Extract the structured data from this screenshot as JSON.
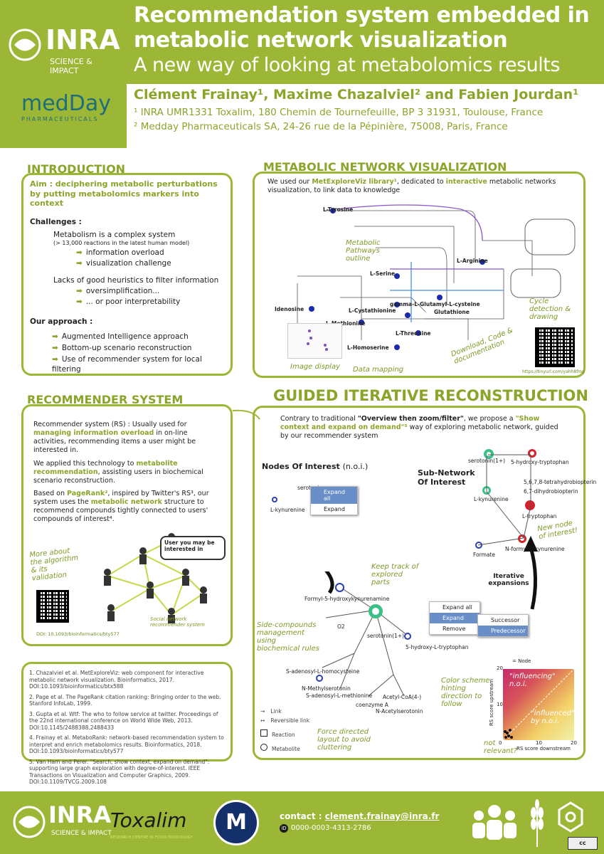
{
  "header": {
    "title": "Recommendation system embedded in metabolic network visualization",
    "subtitle": "A new way of looking at metabolomics results",
    "authors": "Clément Frainay¹, Maxime Chazalviel² and Fabien Jourdan¹",
    "aff1": "¹ INRA UMR1331 Toxalim, 180 Chemin de Tournefeuille, BP 3 31931, Toulouse, France",
    "aff2": "² Medday Pharmaceuticals SA, 24-26 rue de la Pépinière, 75008, Paris, France",
    "inra_name": "INRA",
    "inra_tag": "SCIENCE & IMPACT",
    "medday_name": "medDay",
    "medday_tag": "PHARMACEUTICALS"
  },
  "intro": {
    "title": "INTRODUCTION",
    "aim": "Aim : deciphering metabolic perturbations by putting metabolomics markers into context",
    "challenges_label": "Challenges :",
    "c1": "Metabolism is a complex system",
    "c1_note": "(> 13,000 reactions in the latest human model)",
    "c1a": "information overload",
    "c1b": "visualization challenge",
    "c2": "Lacks of good heuristics to filter information",
    "c2a": "oversimplification...",
    "c2b": "... or poor interpretability",
    "approach_label": "Our approach :",
    "a1": "Augmented Intelligence approach",
    "a2": "Bottom-up scenario reconstruction",
    "a3": "Use of recommender system for local filtering"
  },
  "recsys": {
    "title": "RECOMMENDER SYSTEM",
    "p1a": "Recommender system (RS) : Usually used for ",
    "p1b": "managing information overload",
    "p1c": " in on-line activities, recommending items a user might be interested in.",
    "p2a": "We applied this technology to ",
    "p2b": "metabolite recommendation",
    "p2c": ", assisting users in biochemical scenario reconstruction.",
    "p3a": "Based on ",
    "p3b": "PageRank²",
    "p3c": ", inspired by Twitter's RS³, our system uses the ",
    "p3d": "metabolic network",
    "p3e": " structure to recommend compounds tightly connected to users' compounds of interest⁴.",
    "bubble": "User you may be interested in",
    "note": "More about the algorithm & its validation",
    "social": "Social network recommender system",
    "doi": "DOI: 10.1093/bioinformatics/bty577"
  },
  "refs": [
    "1. Chazalviel et al. MetExploreViz: web component for interactive metabolic network visualization. Bioinformatics, 2017. DOI:10.1093/bioinformatics/btx588",
    "2. Page et al. The PageRank citation ranking: Bringing order to the web. Stanford InfoLab, 1999.",
    "3. Gupta et al. Wtf: The who to follow service at twitter. Proceedings of the 22nd international conference on World Wide Web, 2013. DOI:10.1145/2488388.2488433",
    "4. Frainay et al. MetaboRank: network-based recommendation system to interpret and enrich metabolomics results. Bioinformatics, 2018. DOI:10.1093/bioinformatics/bty577",
    "5. Van Ham and Perer. \"Search, show context, expand on demand\": supporting large graph exploration with degree-of-interest. IEEE Transactions on Visualization and Computer Graphics, 2009. DOI:10.1109/TVCG.2009.108"
  ],
  "netviz": {
    "title": "METABOLIC NETWORK VISUALIZATION",
    "p1": "We used our ",
    "p2": "MetExploreViz library¹",
    "p3": ", dedicated to ",
    "p4": "interactive",
    "p5": " metabolic networks visualization, to link data to knowledge",
    "n_pathways": "Metabolic Pathways outline",
    "n_cycle": "Cycle detection & drawing",
    "n_download": "Download, Code & documentation",
    "n_image": "Image display",
    "n_data": "Data mapping",
    "url": "https://tinyurl.com/yahh8fmg",
    "labels": [
      "L-Tyrosine",
      "L-Serine",
      "L-Arginine",
      "gamma-L-Glutamyl-L-cysteine",
      "L-Cystathionine",
      "Glutathione",
      "L-Methionine",
      "Idenosine",
      "L-Threonine",
      "L-Homoserine"
    ]
  },
  "guided": {
    "title": "GUIDED ITERATIVE RECONSTRUCTION",
    "i1": "Contrary to traditional ",
    "i2": "\"Overview then zoom/filter\"",
    "i3": ", we propose a ",
    "i4": "\"Show context and expand on demand\"⁵",
    "i5": " way of exploring metabolic network, guided by our recommender system",
    "noi": "Nodes Of Interest",
    "noi_abbr": "(n.o.i.)",
    "subnet": "Sub-Network Of Interest",
    "iter": "Iterative expansions",
    "keep": "Keep track of explored parts",
    "sidecomp": "Side-compounds management using biochemical rules",
    "force": "Force directed layout to avoid cluttering",
    "color": "Color scheme hinting direction to follow",
    "newnode": "New node of interest!",
    "menu1": [
      "Expand all",
      "Expand"
    ],
    "menu2": [
      "Expand all",
      "Expand",
      "Remove"
    ],
    "sub": [
      "Successor",
      "Predecessor"
    ],
    "legend": [
      "Link",
      "Reversible link",
      "Reaction",
      "Metabolite"
    ],
    "nodes": [
      "serotonin",
      "L-kynurenine",
      "Formyl-5-hydroxykynurenamine",
      "O2",
      "serotonin(1+)",
      "5-hydroxy-L-tryptophan",
      "S-adenosyl-L-homocysteine",
      "N-Methylserotonin",
      "S-adenosyl-L-methionine",
      "coenzyme A",
      "Acetyl-CoA(4-)",
      "N-Acetylserotonin",
      "5-hydroxy-tryptophan",
      "5,6,7,8-tetrahydrobiopterin",
      "6,7-dihydrobiopterin",
      "L-tryptophan",
      "N-formyl-L-kynurenine",
      "Formate"
    ],
    "scatter": {
      "legend": "= Node",
      "xlabel": "RS score downstream",
      "ylabel": "RS score upstream",
      "ticks": [
        "0",
        "10",
        "20"
      ],
      "inf1": "\"influencing\" n.o.i.",
      "inf2": "\"influenced\" by n.o.i.",
      "notrel": "not relevant?"
    }
  },
  "footer": {
    "contact_label": "contact : ",
    "contact_email": "clement.frainay@inra.fr",
    "orcid": "0000-0003-4313-2786",
    "inra_name": "INRA",
    "inra_tag": "SCIENCE & IMPACT",
    "toxalim": "Toxalim",
    "toxalim_tag": "RESEARCH CENTRE IN FOOD TOXICOLOGY",
    "metatoul": "M",
    "cc": "cc"
  },
  "colors": {
    "accent": "#9cb735",
    "accent_text": "#8aa52a",
    "node_blue": "#2a3fb0",
    "highlight": "#3dbf8a",
    "red": "#d6202a"
  }
}
